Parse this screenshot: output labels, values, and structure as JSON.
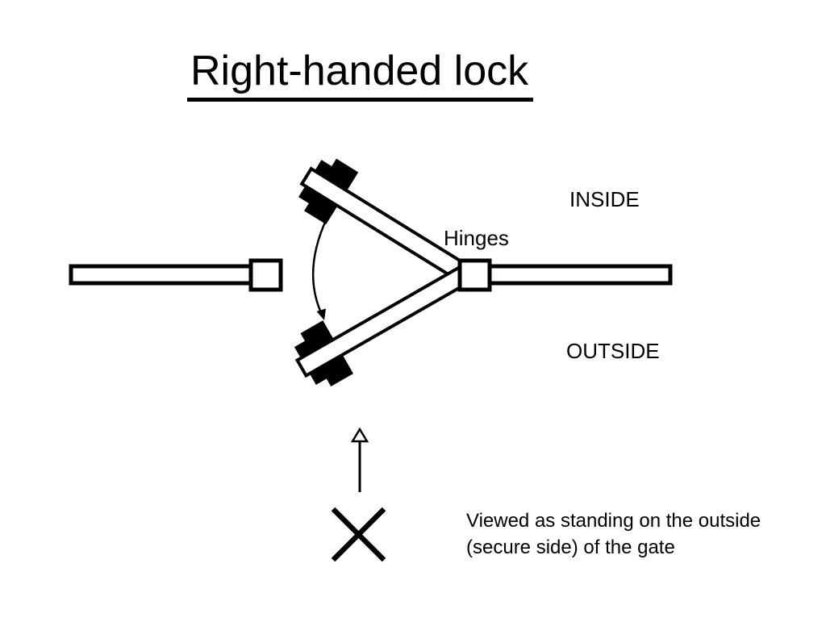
{
  "colors": {
    "ink": "#000000",
    "paper": "#ffffff"
  },
  "title": "Right-handed lock",
  "labels": {
    "inside": "INSIDE",
    "hinges": "Hinges",
    "outside": "OUTSIDE"
  },
  "caption": {
    "line1": "Viewed as standing on the outside",
    "line2": "(secure side) of the gate"
  }
}
